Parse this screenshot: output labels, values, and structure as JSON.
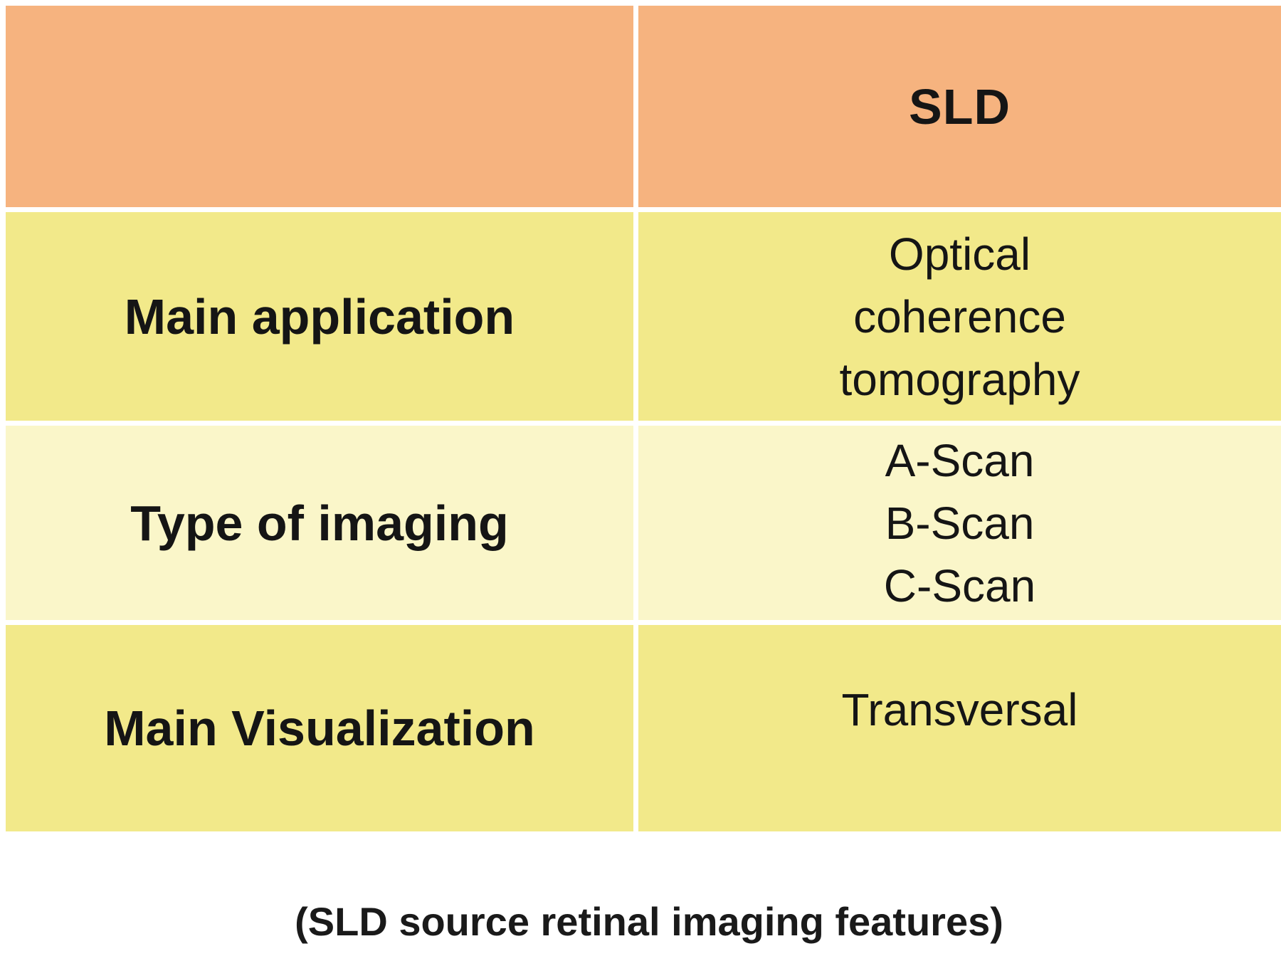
{
  "table": {
    "header": {
      "corner": "",
      "column_title": "SLD"
    },
    "rows": [
      {
        "label": "Main application",
        "value": "Optical\ncoherence\ntomography"
      },
      {
        "label": "Type of  imaging",
        "value": "A-Scan\nB-Scan\nC-Scan"
      },
      {
        "label": "Main Visualization",
        "value": "Transversal"
      }
    ]
  },
  "caption": "(SLD source retinal imaging features)",
  "colors": {
    "header_bg": "#f6b37f",
    "row_bg": "#f2e98a",
    "row_alt_bg": "#faf6c9",
    "grid": "#ffffff",
    "text": "#151515"
  }
}
